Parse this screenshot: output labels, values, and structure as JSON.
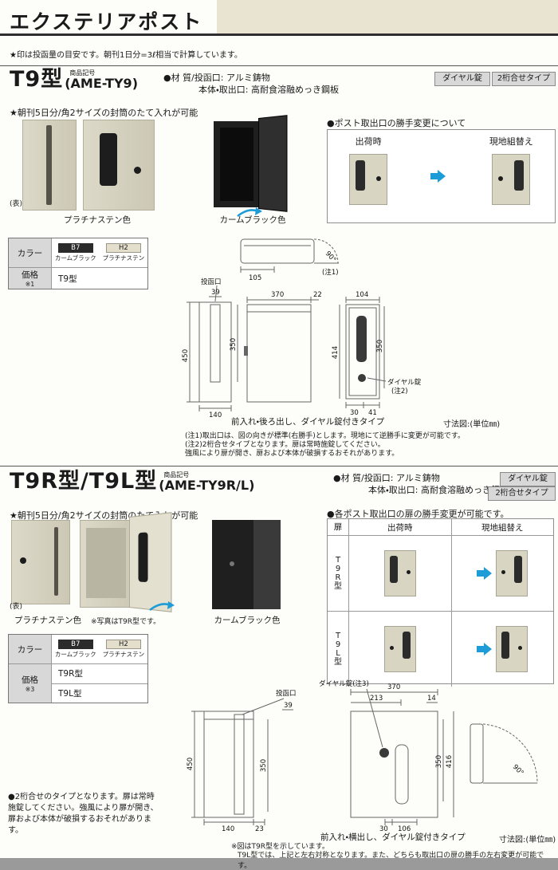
{
  "page": {
    "title": "エクステリアポスト",
    "note": "★印は投函量の目安です。朝刊1日分=3ℓ相当で計算しています。"
  },
  "s1": {
    "name": "T9型",
    "code_label": "商品記号",
    "code": "(AME-TY9)",
    "material_l1": "●材 質/投函口: アルミ鋳物",
    "material_l2": "本体・取出口: 高耐食溶融めっき鋼板",
    "badge_lock": "ダイヤル錠",
    "badge_type": "2桁合せタイプ",
    "feature": "★朝刊5日分/角2サイズの封筒のたて入れが可能",
    "front_mark": "(表)",
    "label_platinum": "プラチナステン色",
    "label_black": "カームブラック色",
    "hand_title": "●ポスト取出口の勝手変更について",
    "hand_ship": "出荷時",
    "hand_site": "現地組替え",
    "table": {
      "color_header": "カラー",
      "chip1_code": "B7",
      "chip1_name": "カームブラック",
      "chip2_code": "H2",
      "chip2_name": "プラチナステン",
      "price_label": "価格",
      "price_ref": "※1",
      "row1": "T9型"
    },
    "diagram": {
      "slot": "投函口",
      "dial": "ダイヤル錠",
      "dial_ref": "(注2)",
      "note_ref": "(注1)",
      "d39": "39",
      "d450": "450",
      "d350a": "350",
      "d140": "140",
      "d370": "370",
      "d22": "22",
      "d104": "104",
      "d414": "414",
      "d350b": "350",
      "d30": "30",
      "d41": "41",
      "d105": "105",
      "d90": "90°"
    },
    "caption": "前入れ・後ろ出し、ダイヤル錠付きタイプ",
    "unit": "寸法図:(単位㎜)",
    "notes": [
      "(注1)取出口は、図の向きが標準(右勝手)とします。現地にて逆勝手に変更が可能です。",
      "(注2)2桁合せタイプとなります。扉は常時施錠してください。",
      "強風により扉が開き、扉および本体が破損するおそれがあります。"
    ]
  },
  "s2": {
    "name": "T9R型/T9L型",
    "code_label": "商品記号",
    "code": "(AME-TY9R/L)",
    "material_l1": "●材 質/投函口: アルミ鋳物",
    "material_l2": "本体・取出口: 高耐食溶融めっき鋼板",
    "badge_lock": "ダイヤル錠",
    "badge_type": "2桁合せタイプ",
    "feature": "★朝刊5日分/角2サイズの封筒のたて入れが可能",
    "front_mark": "(表)",
    "label_platinum": "プラチナステン色",
    "photo_note": "※写真はT9R型です。",
    "label_black": "カームブラック色",
    "hand_title": "●各ポスト取出口の扉の勝手変更が可能です。",
    "hand_door": "扉",
    "hand_ship": "出荷時",
    "hand_site": "現地組替え",
    "hand_row_r": "T9R型",
    "hand_row_l": "T9L型",
    "table": {
      "color_header": "カラー",
      "chip1_code": "B7",
      "chip1_name": "カームブラック",
      "chip2_code": "H2",
      "chip2_name": "プラチナステン",
      "price_label": "価格",
      "price_ref": "※3",
      "row1": "T9R型",
      "row2": "T9L型"
    },
    "diagram": {
      "slot": "投函口",
      "dial": "ダイヤル錠(注3)",
      "d39": "39",
      "d450": "450",
      "d350a": "350",
      "d140": "140",
      "d23": "23",
      "d370": "370",
      "d213": "213",
      "d14": "14",
      "d30": "30",
      "d106": "106",
      "d350b": "350",
      "d416": "416",
      "d90": "90°"
    },
    "caption": "前入れ・横出し、ダイヤル錠付きタイプ",
    "unit": "寸法図:(単位㎜)",
    "warn_note": "●2桁合せのタイプとなります。扉は常時施錠してください。強風により扉が開き、扉および本体が破損するおそれがあります。",
    "fig_notes": [
      "※図はT9R型を示しています。",
      "T9L型では、上記と左右対称となります。また、どちらも取出口の扉の勝手の左右変更が可能です。"
    ]
  }
}
